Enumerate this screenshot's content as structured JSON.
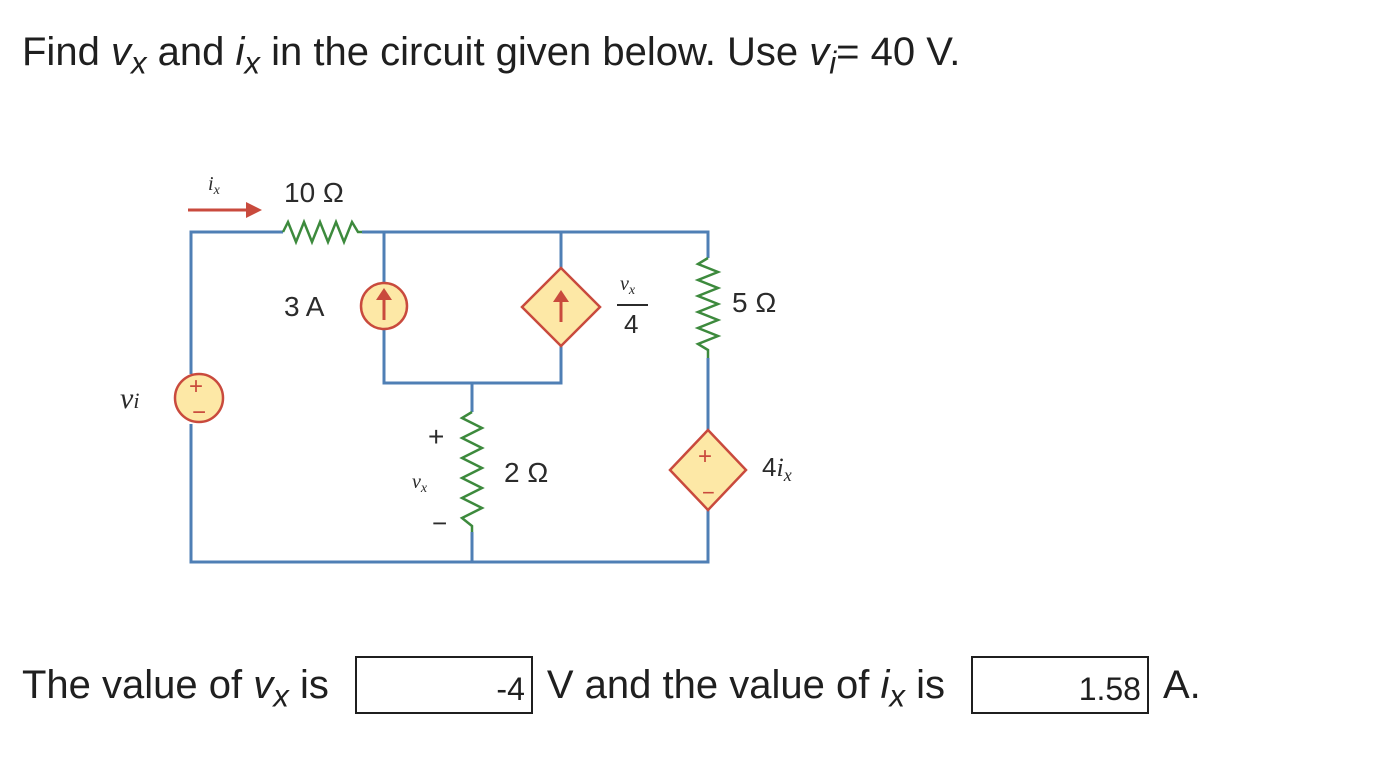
{
  "question": {
    "find": "Find",
    "vx_var": "v",
    "vx_sub": "x",
    "and": "and",
    "ix_var": "i",
    "ix_sub": "x",
    "middle": "in the circuit given below. Use",
    "vi_var": "v",
    "vi_sub": "i",
    "given": "= 40 V."
  },
  "circuit": {
    "current_label_var": "i",
    "current_label_sub": "x",
    "r1_label": "10 Ω",
    "source_3a_label": "3 A",
    "dep_current_num_var": "v",
    "dep_current_num_sub": "x",
    "dep_current_den": "4",
    "r5_label": "5 Ω",
    "vi_label_var": "v",
    "vi_label_sub": "i",
    "r2_label": "2 Ω",
    "vx_plus": "+",
    "vx_minus": "−",
    "vx_label_var": "v",
    "vx_label_sub": "x",
    "dep_voltage_coef": "4",
    "dep_voltage_var": "i",
    "dep_voltage_sub": "x",
    "plus_sign": "+",
    "minus_sign": "−",
    "colors": {
      "wire": "#4f7fb5",
      "source_fill": "#fde8a6",
      "source_stroke": "#c94a3d",
      "arrow": "#c94a3d"
    }
  },
  "answer": {
    "prefix": "The value of",
    "vx_var": "v",
    "vx_sub": "x",
    "is1": "is",
    "vx_value": "-4",
    "unit1": "V and the value of",
    "ix_var": "i",
    "ix_sub": "x",
    "is2": "is",
    "ix_value": "1.58",
    "unit2": "A."
  }
}
